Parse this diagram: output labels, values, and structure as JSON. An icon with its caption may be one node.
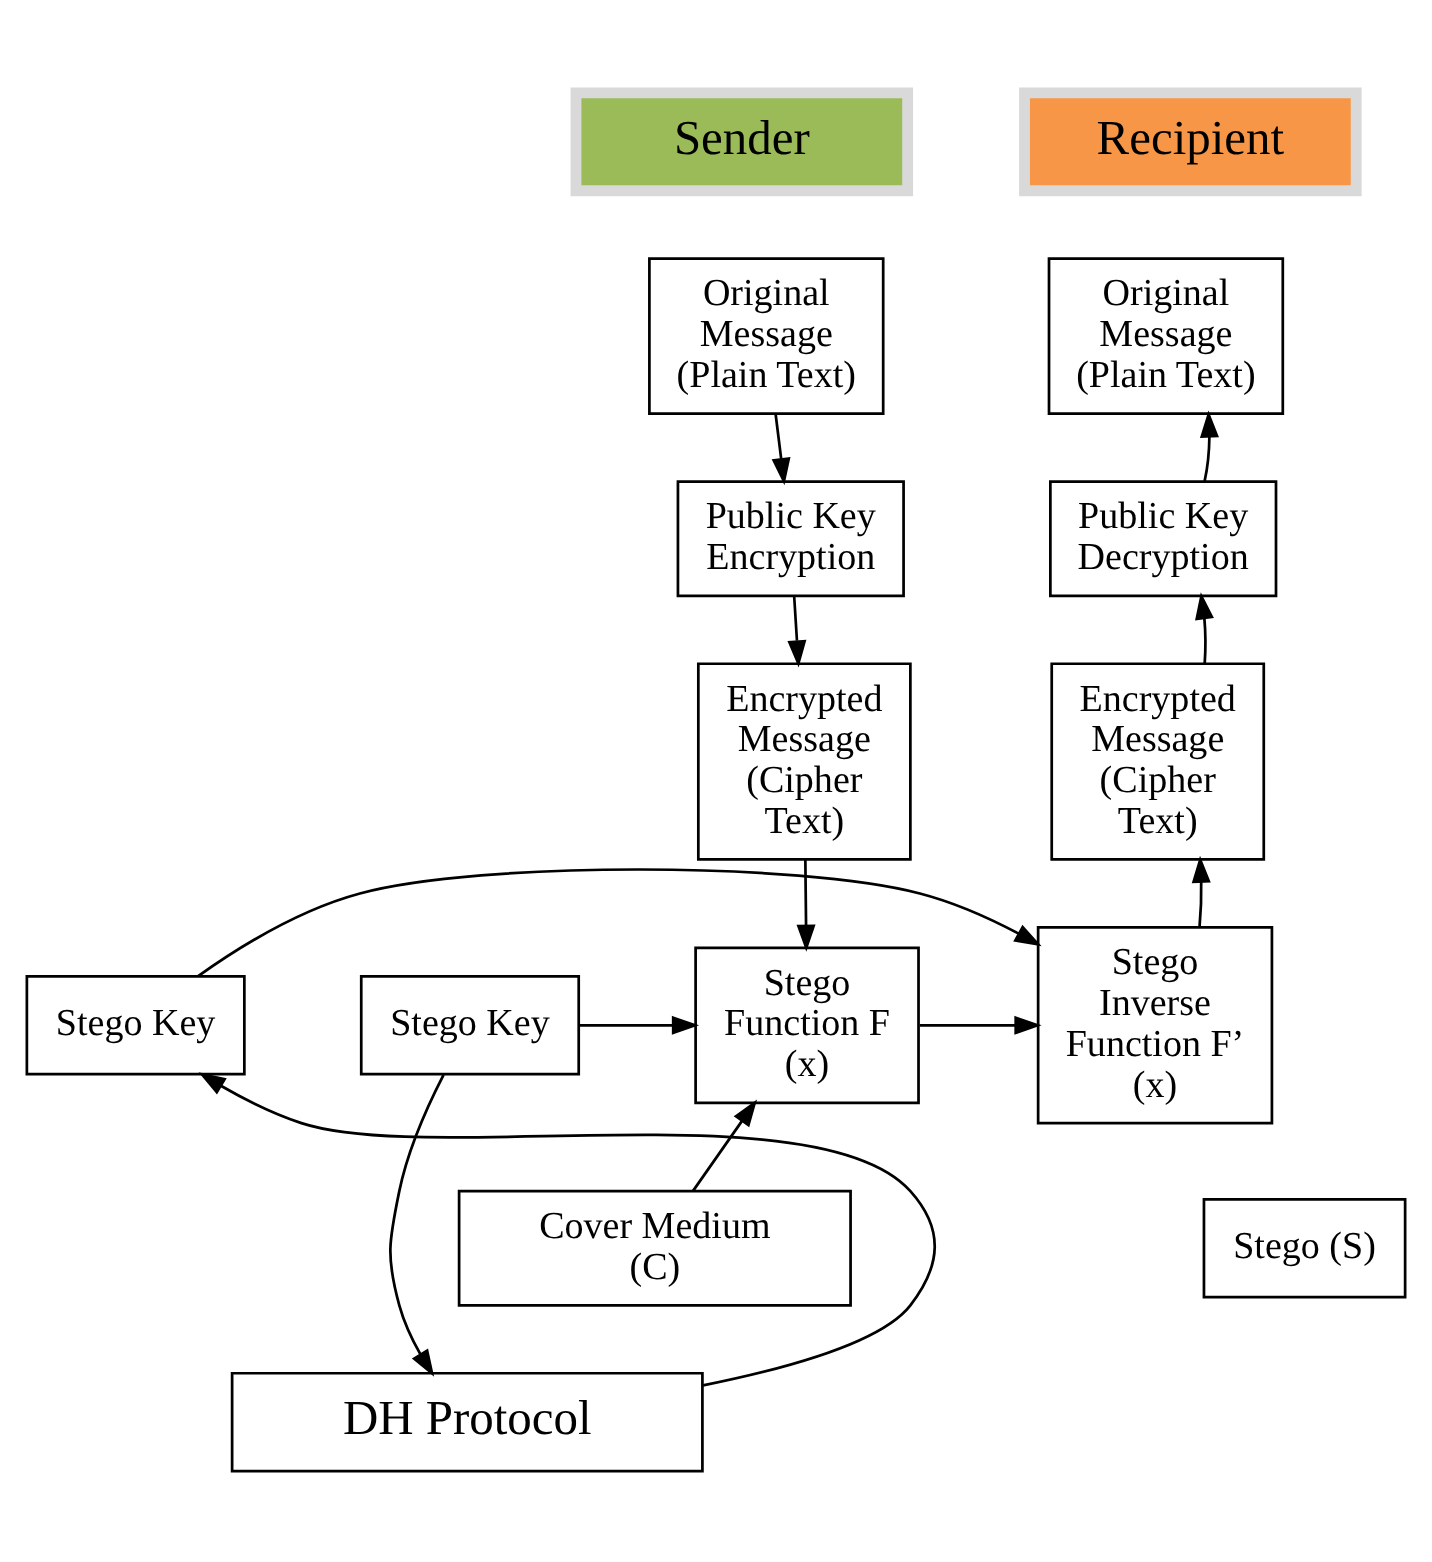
{
  "diagram": {
    "nodes": [
      {
        "text": [
          "Sender"
        ]
      },
      {
        "text": [
          "Recipient"
        ]
      },
      {
        "text": [
          "Original Message (Plain Text)"
        ]
      },
      {
        "text": [
          "Public Key Encryption"
        ]
      },
      {
        "text": [
          "Encrypted Message (Cipher Text)"
        ]
      },
      {
        "text": [
          "Stego Function F (x)"
        ]
      },
      {
        "text": [
          "Stego Key"
        ]
      },
      {
        "text": [
          "Cover Medium (C)"
        ]
      },
      {
        "text": [
          "Stego (S)"
        ]
      },
      {
        "text": [
          "Original Message (Plain Text)"
        ]
      },
      {
        "text": [
          "Public Key Decryption"
        ]
      },
      {
        "text": [
          "Encrypted Message (Cipher Text)"
        ]
      },
      {
        "text": [
          "Stego Inverse Function F’ (x)"
        ]
      },
      {
        "text": [
          "Stego Key"
        ]
      },
      {
        "text": [
          "DH Protocol"
        ]
      }
    ],
    "edges": [
      {
        "from": 2,
        "to": 3,
        "arrow": "to"
      },
      {
        "from": 3,
        "to": 4,
        "arrow": "to"
      },
      {
        "from": 4,
        "to": 5,
        "arrow": "to"
      },
      {
        "from": 6,
        "to": 5,
        "arrow": "to"
      },
      {
        "from": 7,
        "to": 5,
        "arrow": "to"
      },
      {
        "from": 5,
        "to": 12,
        "arrow": "to"
      },
      {
        "from": 13,
        "to": 12,
        "arrow": "to"
      },
      {
        "from": 12,
        "to": 11,
        "arrow": "to"
      },
      {
        "from": 11,
        "to": 10,
        "arrow": "to"
      },
      {
        "from": 10,
        "to": 9,
        "arrow": "to"
      },
      {
        "from": 6,
        "to": 14,
        "arrow": "to"
      },
      {
        "from": 14,
        "to": 13,
        "arrow": "to"
      }
    ]
  }
}
